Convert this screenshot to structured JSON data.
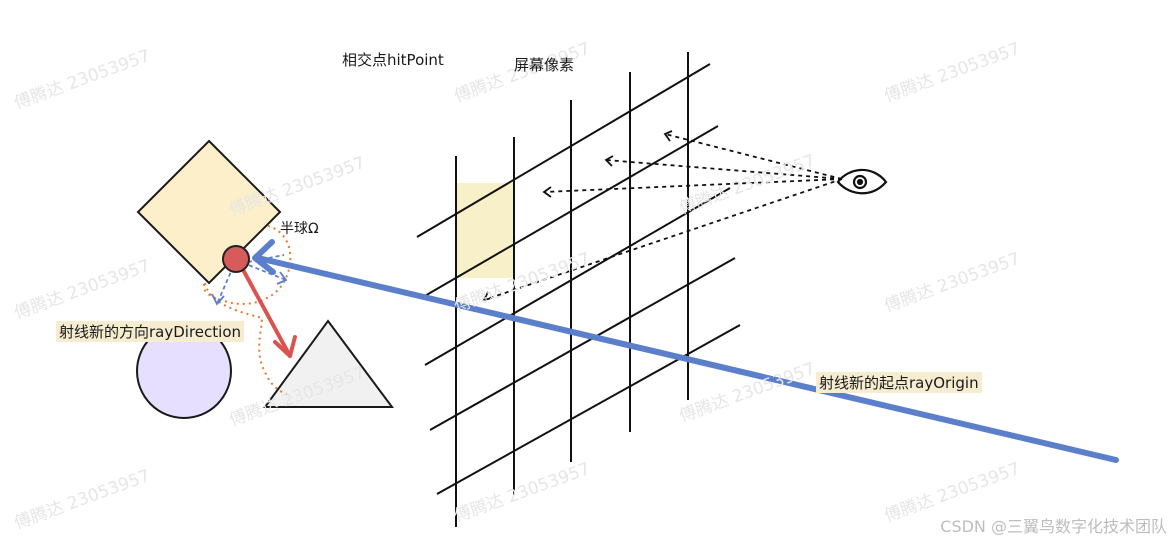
{
  "labels": {
    "hit_point": "相交点hitPoint",
    "screen_pixel": "屏幕像素",
    "hemisphere": "半球Ω",
    "ray_direction": "射线新的方向rayDirection",
    "ray_origin": "射线新的起点rayOrigin"
  },
  "watermark": "傅腾达 23053957",
  "credit": "CSDN @三翼鸟数字化技术团队",
  "colors": {
    "diamond_fill": "#fcefc9",
    "circle_fill": "#e6dfff",
    "triangle_fill": "#f1f1f1",
    "hit_point": "#d65c5c",
    "ray_origin": "#5b7fcb",
    "ray_direction": "#d9534f",
    "hemisphere": "#e87a2e",
    "pixel_highlight": "#f7efc6"
  }
}
